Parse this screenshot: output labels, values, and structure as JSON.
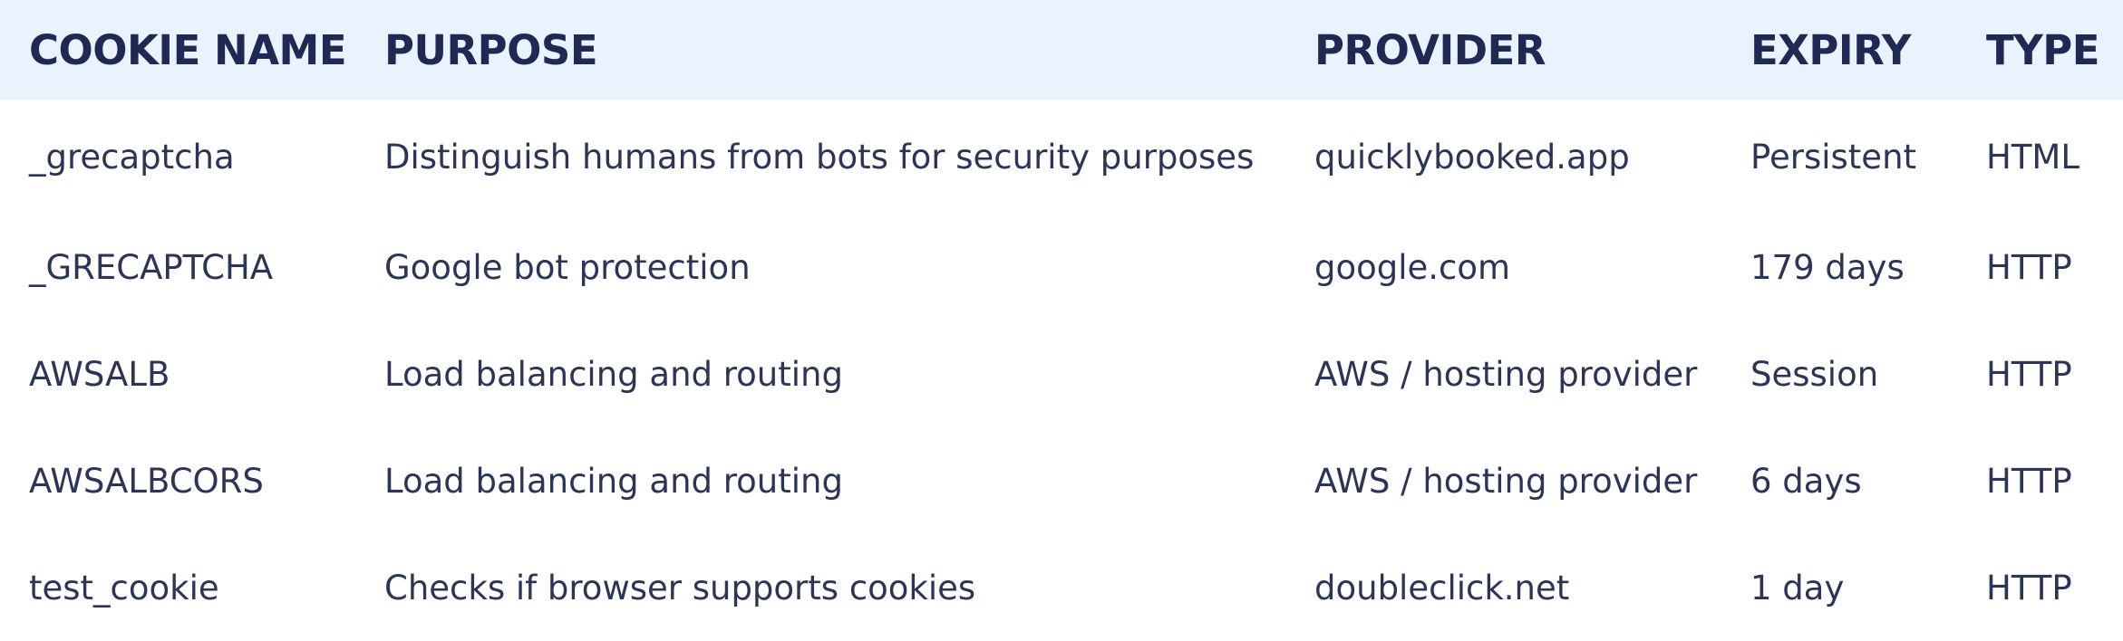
{
  "cookie_table": {
    "headers": {
      "name": "COOKIE NAME",
      "purpose": "PURPOSE",
      "provider": "PROVIDER",
      "expiry": "EXPIRY",
      "type": "TYPE"
    },
    "rows": [
      {
        "name": "_grecaptcha",
        "purpose": "Distinguish humans from bots for security purposes",
        "provider": "quicklybooked.app",
        "expiry": "Persistent",
        "type": "HTML"
      },
      {
        "name": "_GRECAPTCHA",
        "purpose": "Google bot protection",
        "provider": "google.com",
        "expiry": "179 days",
        "type": "HTTP"
      },
      {
        "name": "AWSALB",
        "purpose": "Load balancing and routing",
        "provider": "AWS / hosting provider",
        "expiry": "Session",
        "type": "HTTP"
      },
      {
        "name": "AWSALBCORS",
        "purpose": "Load balancing and routing",
        "provider": "AWS / hosting provider",
        "expiry": "6 days",
        "type": "HTTP"
      },
      {
        "name": "test_cookie",
        "purpose": "Checks if browser supports cookies",
        "provider": "doubleclick.net",
        "expiry": "1 day",
        "type": "HTTP"
      }
    ]
  },
  "colors": {
    "header_background": "#eaf2fd",
    "header_text": "#1f2a54",
    "body_text": "#2a3558",
    "background": "#ffffff"
  }
}
